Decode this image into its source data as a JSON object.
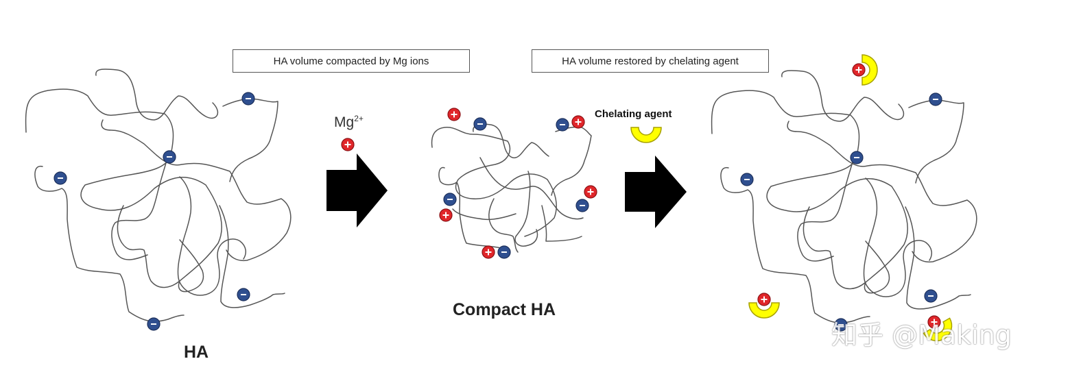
{
  "labels": {
    "box_left": "HA volume compacted by Mg ions",
    "box_right": "HA volume restored by chelating agent",
    "mg_base": "Mg",
    "mg_charge": "2+",
    "chelating_agent": "Chelating agent",
    "compact_ha": "Compact HA",
    "ha": "HA"
  },
  "watermark": "知乎 @Making",
  "colors": {
    "anion": "#2f4f8f",
    "cation": "#e0262a",
    "chelator": "#ffff00",
    "chelator_edge": "#a8a200",
    "chain": "#555555",
    "arrow": "#000000"
  },
  "icons": {
    "anion": "minus-ion-icon",
    "cation": "plus-ion-icon",
    "chelator": "horseshoe-chelator-icon",
    "arrow": "right-arrow-icon"
  }
}
